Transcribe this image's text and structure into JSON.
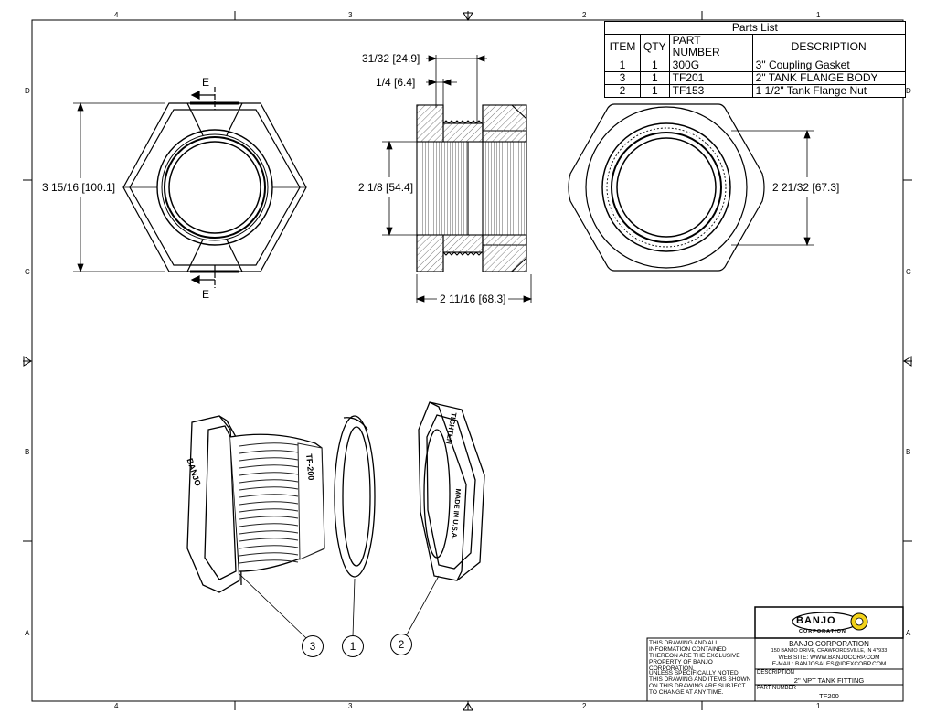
{
  "zones": {
    "top": [
      "4",
      "3",
      "2",
      "1"
    ],
    "bottom": [
      "4",
      "3",
      "2",
      "1"
    ],
    "left": [
      "D",
      "C",
      "B",
      "A"
    ],
    "right": [
      "D",
      "C",
      "B",
      "A"
    ]
  },
  "parts_list": {
    "title": "Parts List",
    "headers": [
      "ITEM",
      "QTY",
      "PART NUMBER",
      "DESCRIPTION"
    ],
    "rows": [
      [
        "1",
        "1",
        "300G",
        "3\" Coupling Gasket"
      ],
      [
        "3",
        "1",
        "TF201",
        "2\" TANK FLANGE BODY"
      ],
      [
        "2",
        "1",
        "TF153",
        "1 1/2\" Tank Flange Nut"
      ]
    ]
  },
  "dimensions": {
    "hex_height": "3 15/16 [100.1]",
    "section_mark": "E",
    "flange_thickness": "31/32 [24.9]",
    "small_step": "1/4 [6.4]",
    "bore": "2 1/8 [54.4]",
    "overall_length": "2 11/16 [68.3]",
    "nut_flats": "2 21/32 [67.3]"
  },
  "callouts": [
    "3",
    "1",
    "2"
  ],
  "part_markings": {
    "body_brand": "BANJO",
    "body_part": "TF-200",
    "nut_brand": "TIGHTEN",
    "nut_origin": "MADE IN U.S.A."
  },
  "title_block": {
    "logo_text": "BANJO",
    "logo_sub": "CORPORATION",
    "company": "BANJO CORPORATION",
    "address": "150 BANJO DRIVE, CRAWFORDSVILLE, IN 47933",
    "web": "WEB SITE: WWW.BANJOCORP.COM",
    "email": "E-MAIL: BANJOSALES@IDEXCORP.COM",
    "notice": "THIS DRAWING AND ALL INFORMATION CONTAINED THEREON ARE THE EXCLUSIVE PROPERTY OF BANJO CORPORATION.",
    "note": "UNLESS SPECIFICALLY NOTED, THIS DRAWING AND ITEMS SHOWN ON THIS DRAWING ARE SUBJECT TO CHANGE AT ANY TIME.",
    "description_label": "DESCRIPTION",
    "description": "2\" NPT TANK FITTING",
    "part_number_label": "PART NUMBER",
    "part_number": "TF200"
  },
  "colors": {
    "line": "#000000",
    "logo": "#f2d21b",
    "hatch": "#444444"
  }
}
